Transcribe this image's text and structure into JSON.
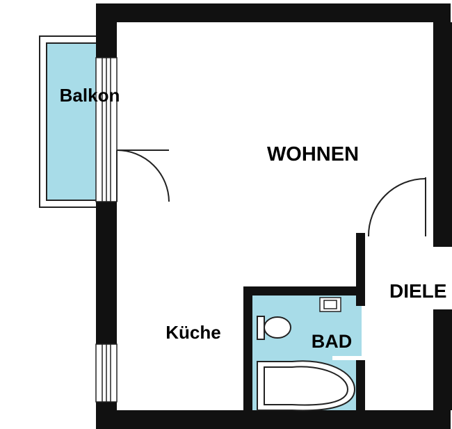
{
  "floorplan": {
    "rooms": {
      "wohnen": "WOHNEN",
      "balkon": "Balkon",
      "kueche": "Küche",
      "bad": "BAD",
      "diele": "DIELE"
    },
    "colors": {
      "wall": "#111111",
      "bath_fill": "#a8dce8",
      "balcony_fill": "#a8dce8",
      "background": "#ffffff"
    },
    "icons": [
      "toilet-icon",
      "washbasin-icon",
      "bathtub-icon",
      "door-swing-icon"
    ]
  }
}
